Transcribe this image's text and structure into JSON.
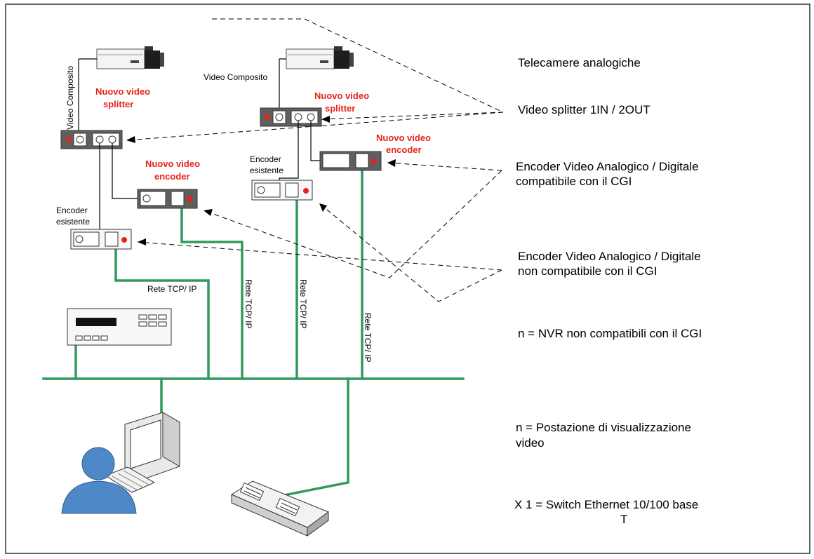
{
  "legend": {
    "cameras": "Telecamere analogiche",
    "splitter": "Video splitter 1IN / 2OUT",
    "encoder_compat_1": "Encoder Video Analogico / Digitale",
    "encoder_compat_2": "compatibile con il CGI",
    "encoder_noncompat_1": "Encoder Video Analogico / Digitale",
    "encoder_noncompat_2": "non compatibile con il CGI",
    "nvr": "n =  NVR non compatibili con il CGI",
    "workstation_1": "n =  Postazione di visualizzazione",
    "workstation_2": "video",
    "switch_1": "X 1 =  Switch Ethernet 10/100 base",
    "switch_2": "T"
  },
  "left_group": {
    "video_composito": "Video Composito",
    "new_splitter_1": "Nuovo video",
    "new_splitter_2": "splitter",
    "new_encoder_1": "Nuovo video",
    "new_encoder_2": "encoder",
    "existing_encoder_1": "Encoder",
    "existing_encoder_2": "esistente"
  },
  "right_group": {
    "video_composito": "Video Composito",
    "new_splitter_1": "Nuovo video",
    "new_splitter_2": "splitter",
    "new_encoder_1": "Nuovo video",
    "new_encoder_2": "encoder",
    "existing_encoder_1": "Encoder",
    "existing_encoder_2": "esistente"
  },
  "network_labels": {
    "rete_1": "Rete TCP/ IP",
    "rete_2": "Rete TCP/ IP",
    "rete_3": "Rete TCP/ IP",
    "rete_4": "Rete TCP/ IP"
  },
  "colors": {
    "network": "#2e9a5c",
    "accent_red": "#e8231c",
    "device_dark": "#5f5f5f",
    "user_blue": "#4f88c6"
  }
}
